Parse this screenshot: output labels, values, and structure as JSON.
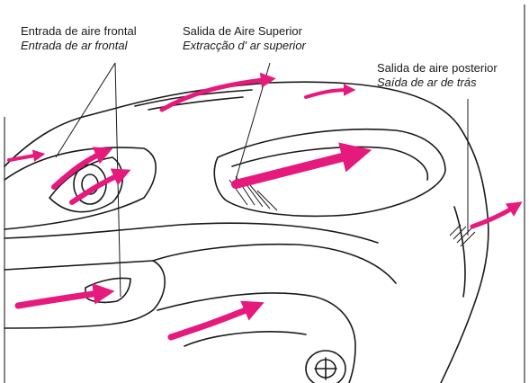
{
  "labels": {
    "front_intake": {
      "es": "Entrada de aire frontal",
      "pt": "Entrada de ar frontal"
    },
    "top_exhaust": {
      "es": "Salida de Aire Superior",
      "pt": "Extracção d' ar superior"
    },
    "rear_exhaust": {
      "es": "Salida de aire posterior",
      "pt": "Saída de ar de trás"
    }
  },
  "colors": {
    "arrow": "#e6197d",
    "line": "#1a1a1a",
    "frame": "#333333"
  }
}
